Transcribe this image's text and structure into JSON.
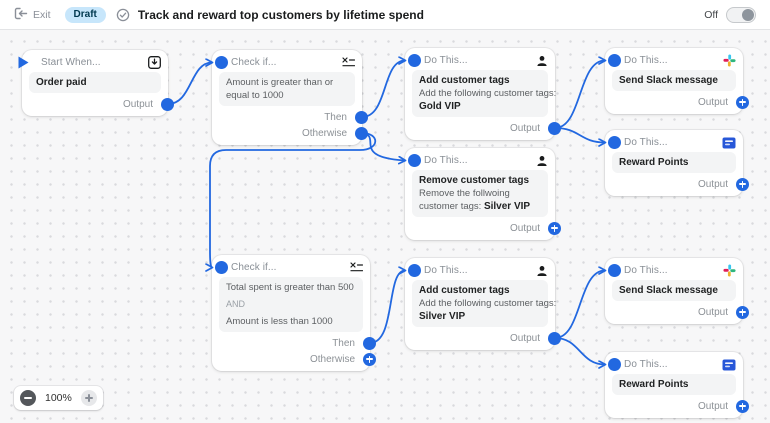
{
  "topbar": {
    "exit_label": "Exit",
    "status_badge": "Draft",
    "title": "Track and reward top customers by lifetime spend",
    "toggle_label": "Off"
  },
  "zoom_controls": {
    "zoom_level": "100%"
  },
  "colors": {
    "accent_blue": "#2268e0",
    "badge_bg": "#c7e6fb",
    "badge_text": "#00384f",
    "canvas_bg": "#f7f7f8"
  },
  "nodes": {
    "trigger": {
      "header": "Start When...",
      "icon": "order-paid-icon",
      "title": "Order paid",
      "output_label": "Output"
    },
    "condition1": {
      "header": "Check if...",
      "icon": "condition-icon",
      "condition": "Amount is greater than or equal to 1000",
      "then_label": "Then",
      "otherwise_label": "Otherwise"
    },
    "add_gold": {
      "header": "Do This...",
      "icon": "customer-icon",
      "title": "Add customer tags",
      "desc": "Add the following customer tags:",
      "value": "Gold VIP",
      "output_label": "Output"
    },
    "slack1": {
      "header": "Do This...",
      "icon": "slack-icon",
      "title": "Send Slack message",
      "output_label": "Output"
    },
    "reward1": {
      "header": "Do This...",
      "icon": "reward-app-icon",
      "title": "Reward Points",
      "output_label": "Output"
    },
    "remove_silver": {
      "header": "Do This...",
      "icon": "customer-icon",
      "title": "Remove customer tags",
      "desc": "Remove the follwoing customer tags:",
      "value": "Silver VIP",
      "output_label": "Output"
    },
    "condition2": {
      "header": "Check if...",
      "icon": "condition-icon",
      "condition_a": "Total spent is greater than 500",
      "operator": "AND",
      "condition_b": "Amount is less than 1000",
      "then_label": "Then",
      "otherwise_label": "Otherwise"
    },
    "add_silver": {
      "header": "Do This...",
      "icon": "customer-icon",
      "title": "Add customer tags",
      "desc": "Add the following customer tags:",
      "value": "Silver VIP",
      "output_label": "Output"
    },
    "slack2": {
      "header": "Do This...",
      "icon": "slack-icon",
      "title": "Send Slack message",
      "output_label": "Output"
    },
    "reward2": {
      "header": "Do This...",
      "icon": "reward-app-icon",
      "title": "Reward Points",
      "output_label": "Output"
    }
  }
}
